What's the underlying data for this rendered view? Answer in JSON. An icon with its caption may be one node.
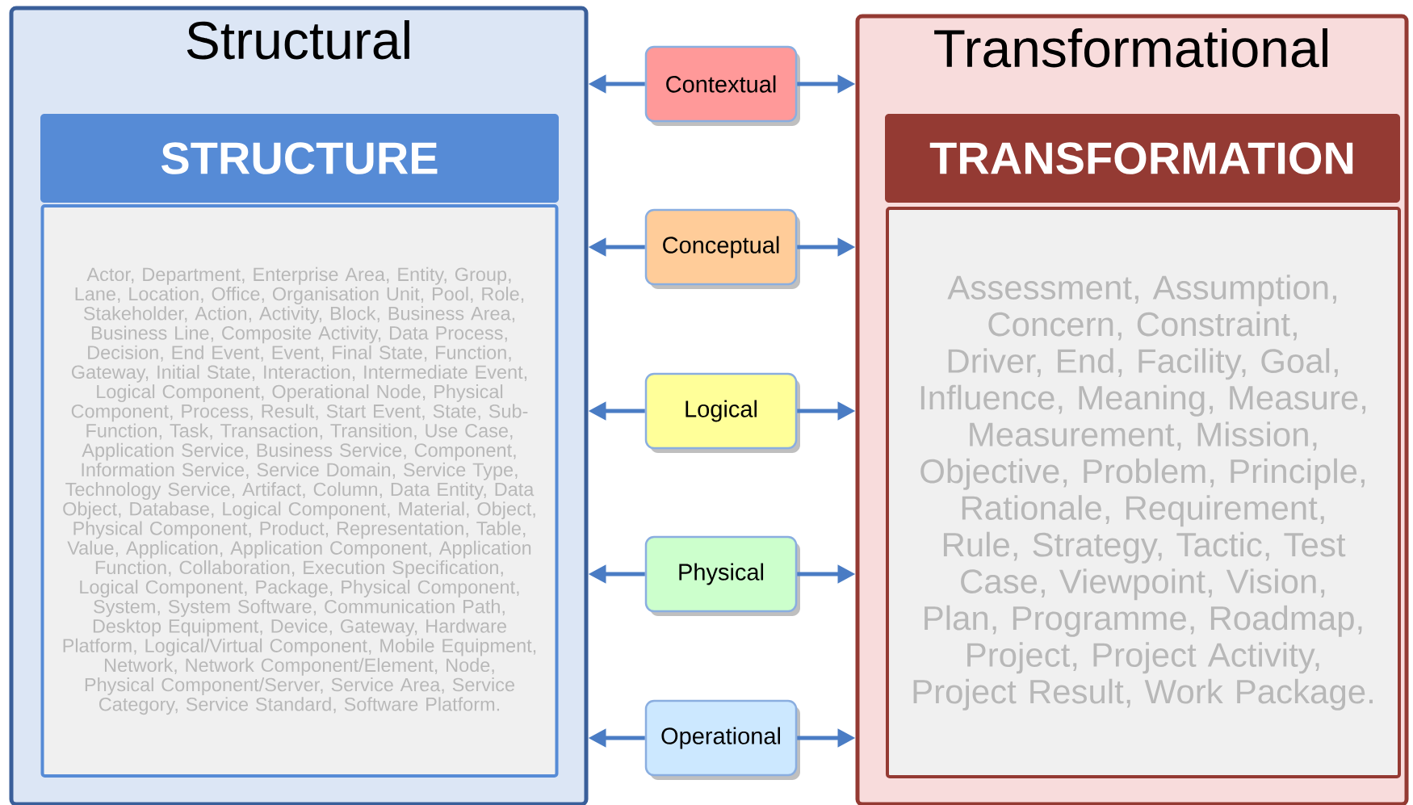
{
  "diagram": {
    "nodes": [
      {
        "text": [
          "Structural"
        ]
      },
      {
        "text": [
          "STRUCTURE"
        ],
        "in": 0
      },
      {
        "text": [
          "Actor, Department, Enterprise Area, Entity, Group, Lane, Location, Office, Organisation Unit, Pool, Role, Stakeholder, Action, Activity, Block, Business Area, Business Line, Composite Activity, Data Process, Decision, End Event, Event, Final State, Function, Gateway, Initial State, Interaction, Intermediate Event, Logical Component, Operational Node, Physical Component, Process, Result, Start Event, State, Sub-Function, Task, Transaction, Transition, Use Case, Application Service, Business Service, Component, Information Service, Service Domain, Service Type, Technology Service, Artifact, Column, Data Entity, Data Object, Database, Logical Component, Material, Object, Physical Component, Product, Representation, Table, Value, Application, Application Component, Application Function, Collaboration, Execution Specification, Logical Component, Package, Physical Component, System, System Software, Communication Path, Desktop Equipment, Device, Gateway, Hardware Platform, Logical/Virtual Component, Mobile Equipment, Network, Network Component/Element, Node, Physical Component/Server, Service Area, Service Category, Service Standard, Software Platform."
        ],
        "in": 0
      },
      {
        "text": [
          "Transformational"
        ]
      },
      {
        "text": [
          "TRANSFORMATION"
        ],
        "in": 3
      },
      {
        "text": [
          "Assessment, Assumption, Concern, Constraint, Driver, End, Facility, Goal, Influence, Meaning, Measure, Measurement, Mission, Objective, Problem, Principle, Rationale, Requirement, Rule, Strategy, Tactic, Test Case, Viewpoint, Vision, Plan, Programme, Roadmap, Project, Project Activity, Project Result, Work Package."
        ],
        "in": 3
      },
      {
        "text": [
          "Contextual"
        ]
      },
      {
        "text": [
          "Conceptual"
        ]
      },
      {
        "text": [
          "Logical"
        ]
      },
      {
        "text": [
          "Physical"
        ]
      },
      {
        "text": [
          "Operational"
        ]
      }
    ],
    "edges": [
      {
        "from": 6,
        "to": 0,
        "arrow": "to"
      },
      {
        "from": 6,
        "to": 3,
        "arrow": "to"
      },
      {
        "from": 7,
        "to": 0,
        "arrow": "to"
      },
      {
        "from": 7,
        "to": 3,
        "arrow": "to"
      },
      {
        "from": 8,
        "to": 0,
        "arrow": "to"
      },
      {
        "from": 8,
        "to": 3,
        "arrow": "to"
      },
      {
        "from": 9,
        "to": 0,
        "arrow": "to"
      },
      {
        "from": 9,
        "to": 3,
        "arrow": "to"
      },
      {
        "from": 10,
        "to": 0,
        "arrow": "to"
      },
      {
        "from": 10,
        "to": 3,
        "arrow": "to"
      }
    ]
  }
}
